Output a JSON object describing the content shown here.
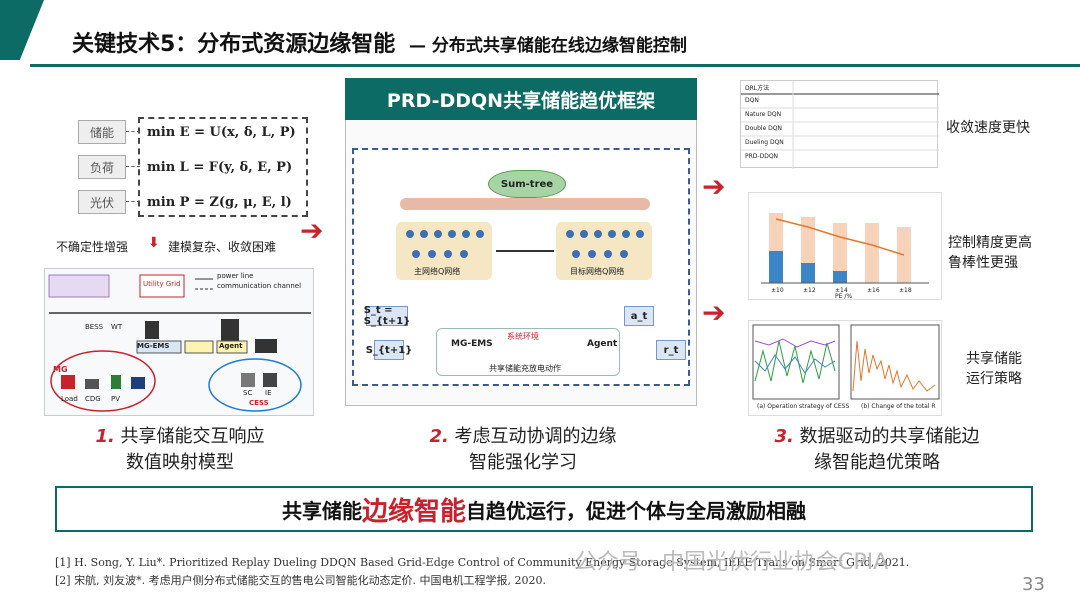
{
  "header": {
    "title": "关键技术5：分布式资源边缘智能",
    "subtitle": "— 分布式共享储能在线边缘智能控制"
  },
  "left": {
    "equations": [
      {
        "tag": "储能",
        "formula": "min E = U(x, δ, L, P)"
      },
      {
        "tag": "负荷",
        "formula": "min L = F(y, δ, E, P)"
      },
      {
        "tag": "光伏",
        "formula": "min P = Z(g, μ, E, l)"
      }
    ],
    "note_left": "不确定性增强",
    "note_right": "建模复杂、收敛困难",
    "diagram_labels": {
      "power_line": "power line",
      "comm_channel": "communication channel",
      "utility": "Utility Grid",
      "mg_ems": "MG-EMS",
      "agent": "Agent",
      "bess": "BESS",
      "wt": "WT",
      "mg": "MG",
      "load": "Load",
      "cdg": "CDG",
      "pv": "PV",
      "sc": "SC",
      "ie": "IE",
      "cess": "CESS"
    },
    "caption_num": "1.",
    "caption_line1": "共享储能交互响应",
    "caption_line2": "数值映射模型"
  },
  "middle": {
    "header": "PRD-DDQN共享储能趋优框架",
    "sum_tree": "Sum-tree",
    "s_box1": "S_t = S_{t+1}",
    "s_box2": "S_{t+1}",
    "a_box": "a_t",
    "r_box": "r_t",
    "ems_label": "MG-EMS",
    "agent_label": "Agent",
    "main_net": "主网络Q网络",
    "target_net": "目标网络Q网络",
    "env_label": "系统环境",
    "exchange": "共享储能充放电动作",
    "caption_num": "2.",
    "caption_line1": "考虑互动协调的边缘",
    "caption_line2": "智能强化学习"
  },
  "right": {
    "label1": "收敛速度更快",
    "label2_line1": "控制精度更高",
    "label2_line2": "鲁棒性更强",
    "label3_line1": "共享储能",
    "label3_line2": "运行策略",
    "table_rows": [
      "DRL方法",
      "DQN",
      "Nature DQN",
      "Double DQN",
      "Dueling DQN",
      "PRD-DDQN"
    ],
    "chart1_xticks": [
      "±10",
      "±12",
      "±14",
      "±16",
      "±18"
    ],
    "chart1_xlabel": "PE /%",
    "chart2_captions": [
      "(a) Operation strategy of CESS",
      "(b) Change of the total R"
    ],
    "caption_num": "3.",
    "caption_line1": "数据驱动的共享储能边",
    "caption_line2": "缘智能趋优策略"
  },
  "banner": {
    "part1": "共享储能",
    "highlight": "边缘智能",
    "part2": "自趋优运行，促进个体与全局激励相融"
  },
  "refs": [
    "[1] H. Song, Y. Liu*. Prioritized Replay Dueling DDQN Based Grid-Edge Control of Community Energy Storage System, IEEE Trans on Smart Grid, 2021.",
    "[2] 宋航, 刘友波*. 考虑用户侧分布式储能交互的售电公司智能化动态定价. 中国电机工程学报, 2020."
  ],
  "watermark": "公众号 · 中国光伏行业协会CPIA",
  "page_number": "33",
  "colors": {
    "accent": "#0d6b66",
    "highlight": "#c8232c"
  }
}
